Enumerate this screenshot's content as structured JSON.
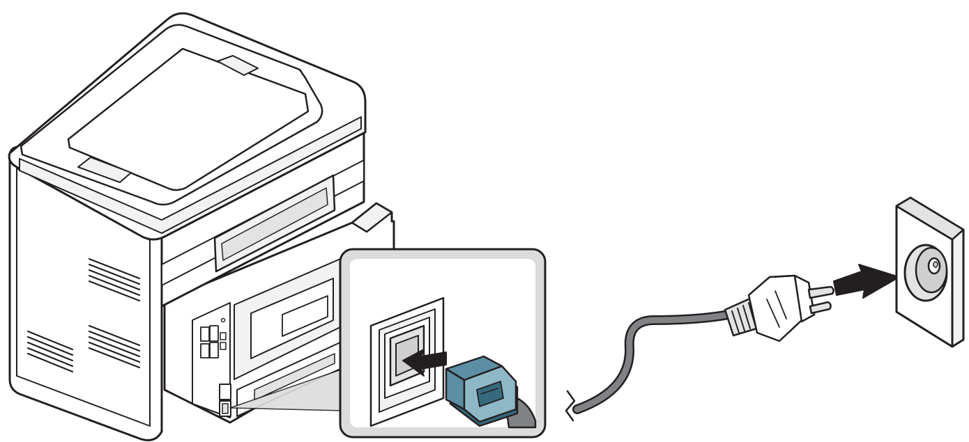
{
  "colors": {
    "outline": "#231f20",
    "body": "#ffffff",
    "shade_light": "#f2f2f2",
    "shade_mid": "#e3e3e3",
    "shade_dark": "#cfcfcf",
    "callout": "#dcdcdc",
    "cable": "#808285",
    "cable_edge": "#3a3a3a",
    "connector": "#5c8fa3",
    "connector_light": "#8fb8c7",
    "connector_dark": "#36697c",
    "arrow": "#231f20"
  },
  "icons": {
    "printer": "multifunction-printer-rear-view",
    "power_inlet": "iec-c14-power-inlet",
    "power_connector": "iec-c13-connector",
    "plug": "schuko-plug",
    "outlet": "wall-socket"
  }
}
